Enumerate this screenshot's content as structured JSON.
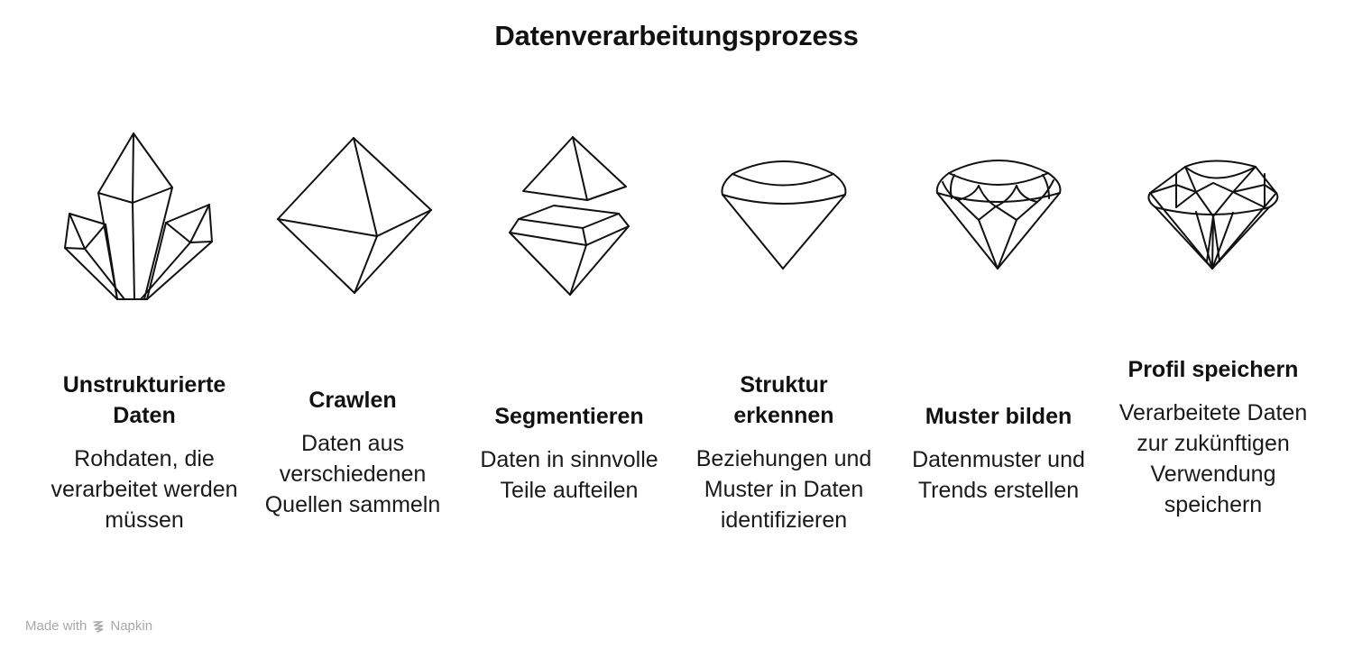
{
  "title": "Datenverarbeitungsprozess",
  "steps": [
    {
      "icon": "crystal-cluster-icon",
      "title": "Unstrukturierte Daten",
      "description": "Rohdaten, die verarbeitet werden müssen"
    },
    {
      "icon": "octahedron-icon",
      "title": "Crawlen",
      "description": "Daten aus verschiedenen Quellen sammeln"
    },
    {
      "icon": "split-gem-icon",
      "title": "Segmentieren",
      "description": "Daten in sinnvolle Teile aufteilen"
    },
    {
      "icon": "simple-gem-icon",
      "title": "Struktur erkennen",
      "description": "Beziehungen und Muster in Daten identifizieren"
    },
    {
      "icon": "faceted-gem-icon",
      "title": "Muster bilden",
      "description": "Datenmuster und Trends erstellen"
    },
    {
      "icon": "brilliant-diamond-icon",
      "title": "Profil speichern",
      "description": "Verarbeitete Daten zur zukünftigen Verwendung speichern"
    }
  ],
  "footer": {
    "made_with": "Made with",
    "brand": "Napkin",
    "icon": "napkin-logo-icon"
  },
  "colors": {
    "stroke": "#111111",
    "text": "#111111",
    "footer": "#a8a8a8",
    "background": "#ffffff"
  }
}
